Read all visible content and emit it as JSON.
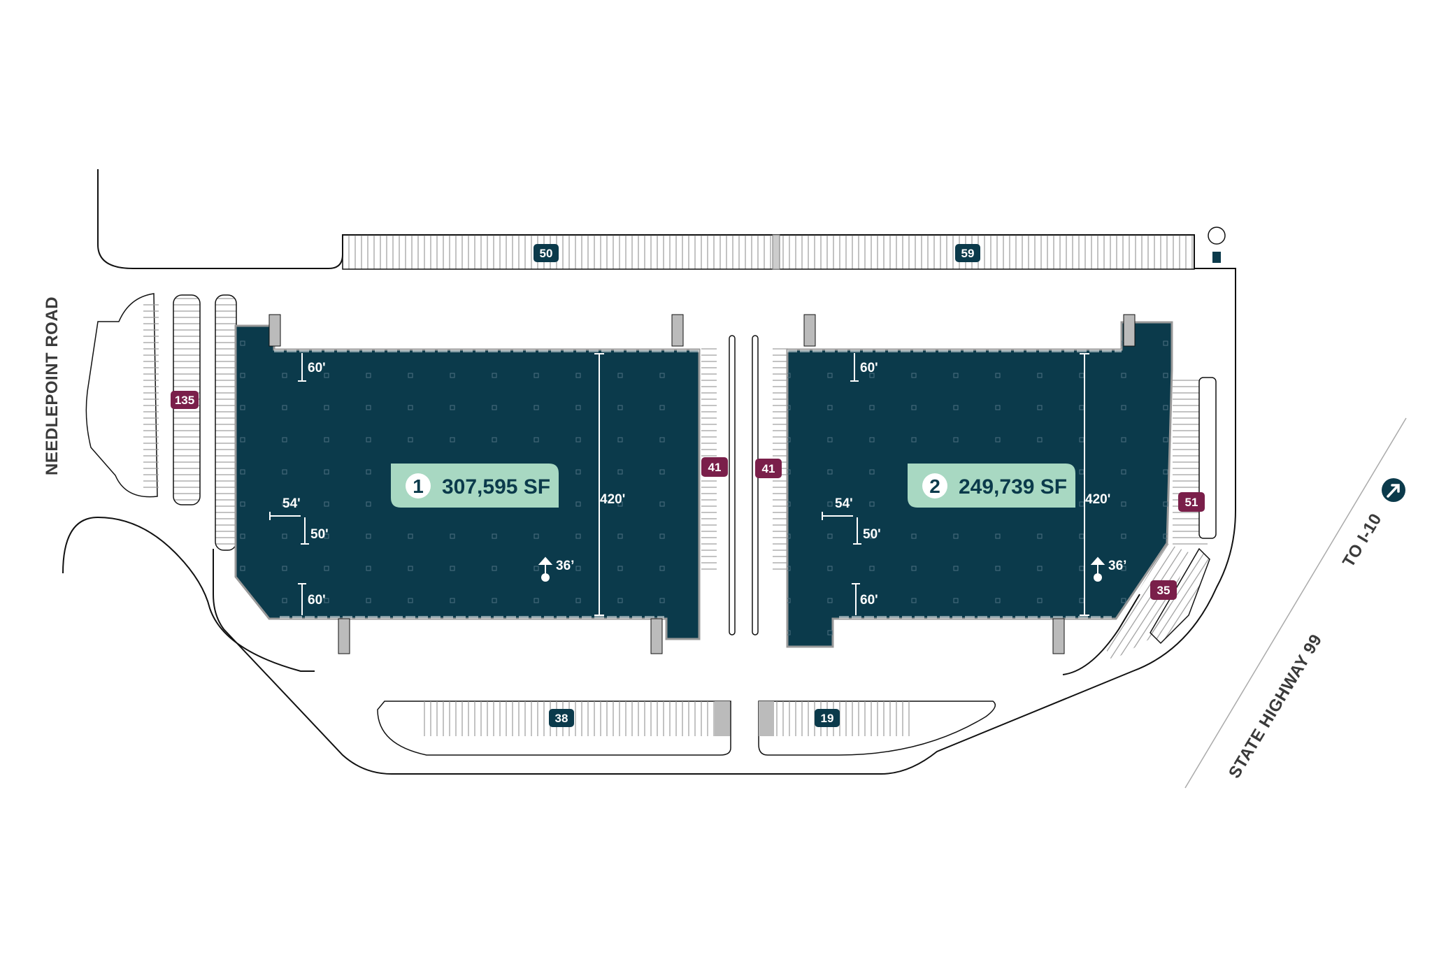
{
  "colors": {
    "building": "#0b3a4b",
    "label_bg": "#a8d8c2",
    "parking_maroon": "#7a1f4a",
    "parking_teal": "#0b3a4b"
  },
  "roads": {
    "needlepoint": "NEEDLEPOINT ROAD",
    "highway": "STATE HIGHWAY 99",
    "to_i10": "TO I-10",
    "arrow_icon": "arrow-up-right-icon"
  },
  "buildings": [
    {
      "number": "1",
      "area": "307,595 SF",
      "dock_depth_top": "60'",
      "bay_width": "54'",
      "bay_depth": "50'",
      "dock_depth_bottom": "60'",
      "building_depth": "420'",
      "clear_height": "36’"
    },
    {
      "number": "2",
      "area": "249,739 SF",
      "dock_depth_top": "60'",
      "bay_width": "54'",
      "bay_depth": "50'",
      "dock_depth_bottom": "60'",
      "building_depth": "420'",
      "clear_height": "36’"
    }
  ],
  "parking": {
    "top_left": "50",
    "top_right": "59",
    "west": "135",
    "between_left": "41",
    "between_right": "41",
    "east": "51",
    "southeast": "35",
    "bottom_left": "38",
    "bottom_right": "19"
  }
}
